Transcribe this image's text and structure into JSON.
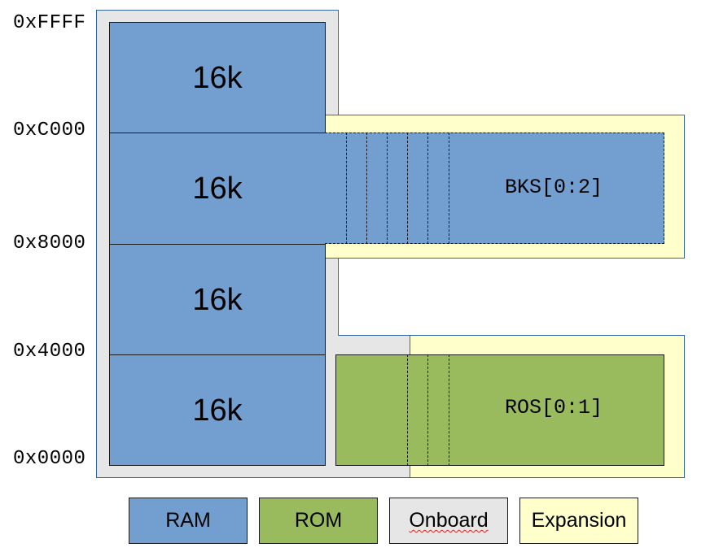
{
  "addresses": {
    "ffff": "0xFFFF",
    "c000": "0xC000",
    "8000": "0x8000",
    "4000": "0x4000",
    "0000": "0x0000"
  },
  "ram_blocks": [
    "16k",
    "16k",
    "16k",
    "16k"
  ],
  "banks": {
    "bks_label": "BKS[0:2]",
    "ros_label": "ROS[0:1]"
  },
  "legend": {
    "ram": "RAM",
    "rom": "ROM",
    "onboard": "Onboard",
    "expansion": "Expansion"
  },
  "colors": {
    "ram": "#729fcf",
    "rom": "#99bb5e",
    "onboard": "#e6e6e6",
    "expansion": "#ffffcc",
    "outline": "#3465a4"
  }
}
